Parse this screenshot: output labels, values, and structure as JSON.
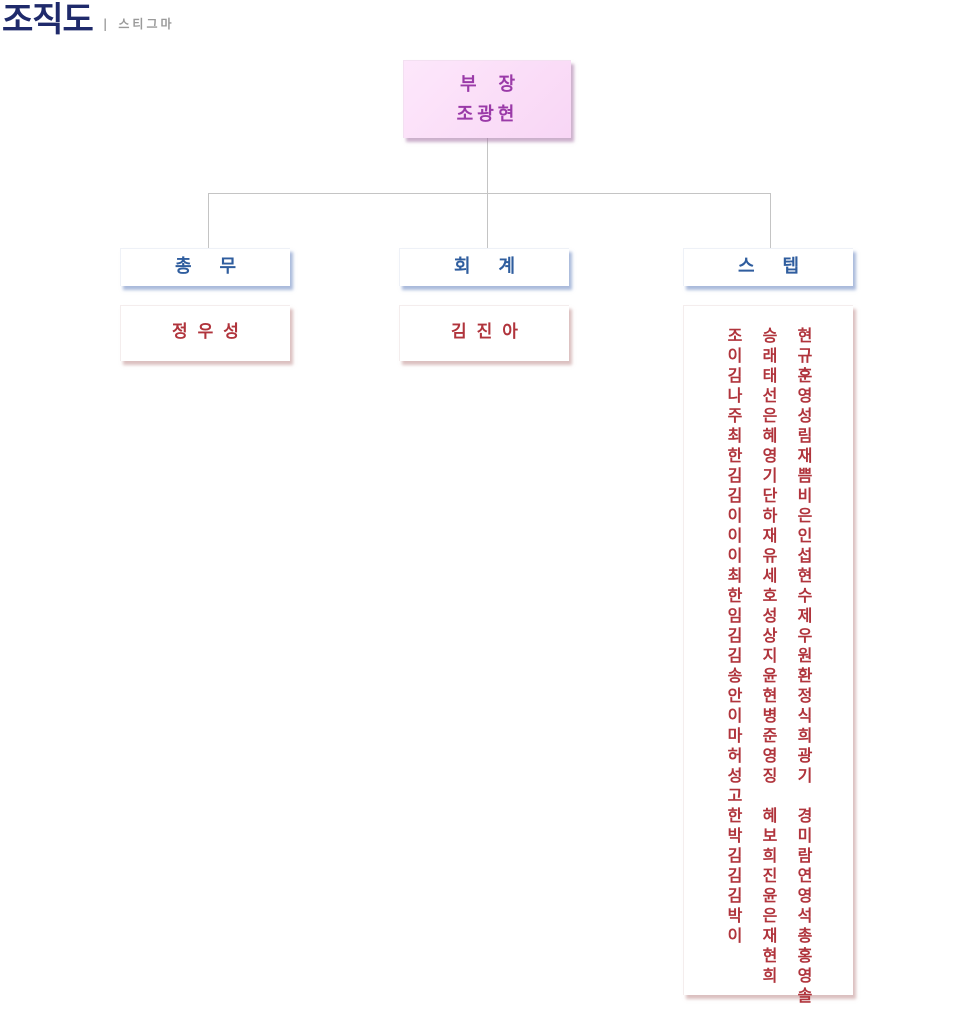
{
  "header": {
    "title": "조직도",
    "separator": "|",
    "subtitle": "스티그마"
  },
  "head": {
    "title": "부장",
    "name": "조광현"
  },
  "departments": [
    {
      "title": "총무",
      "members": "정우성"
    },
    {
      "title": "회계",
      "members": "김진아"
    },
    {
      "title": "스텝",
      "members": ""
    }
  ],
  "staff_columns": [
    "현규훈영성림재쁨비은인섭현수제우원환정식희광기 경미람연영석총홍영솔",
    "승래태선은혜영기단하재유세호성상지윤현병준영징 혜보희진윤은재현희",
    "조이김나주최한김김이이이최한임김김송안이마허성고한박김김김박이"
  ],
  "colors": {
    "title": "#1f2a6b",
    "head_text": "#9a3aa8",
    "dept_text": "#2f5d9e",
    "member_text": "#b0343c",
    "head_bg": "#fde7fb"
  }
}
